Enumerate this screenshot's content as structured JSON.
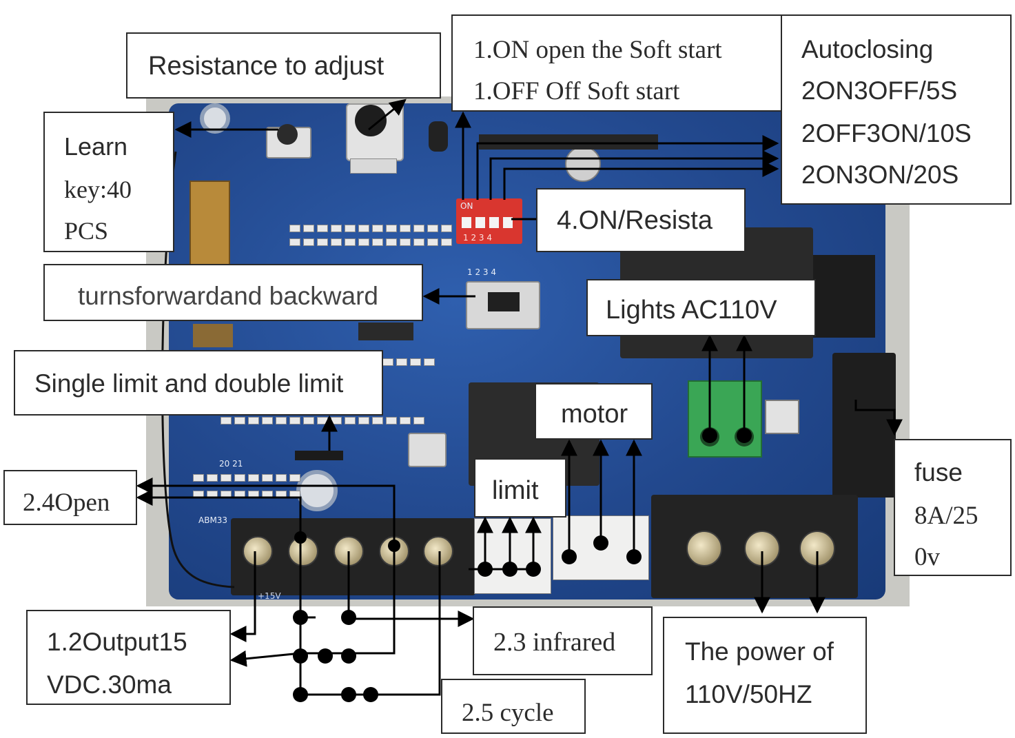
{
  "labels": {
    "resistance": "Resistance to adjust",
    "learn": [
      "Learn",
      "key:40",
      "PCS"
    ],
    "soft_start": [
      "1.ON open the Soft start",
      "1.OFF Off Soft start"
    ],
    "autoclosing": [
      "Autoclosing",
      "2ON3OFF/5S",
      "2OFF3ON/10S",
      "2ON3ON/20S"
    ],
    "resista": "4.ON/Resista",
    "turns": "turnsforwardand backward",
    "lights": "Lights AC110V",
    "limit_mode": "Single limit and double limit",
    "motor": "motor",
    "open": "2.4Open",
    "limit": "limit",
    "fuse": [
      "fuse",
      "8A/25",
      "0v"
    ],
    "output": [
      "1.2Output15",
      "VDC.30ma"
    ],
    "infrared": "2.3 infrared",
    "cycle": "2.5 cycle",
    "power": [
      "The power of",
      "110V/50HZ"
    ]
  },
  "board_silkscreen": {
    "dip_on": "ON",
    "dip_numbers": "1 2 3 4",
    "switch_numbers": "1 2 3 4",
    "pin_numbers": "20 21",
    "model": "ABM33",
    "terminal_volt": "+15V"
  },
  "colors": {
    "pcb_blue": "#22488d",
    "dip_red": "#d9362f",
    "terminal_green": "#3aa655",
    "line": "#000000",
    "border": "#2a2a2a"
  }
}
